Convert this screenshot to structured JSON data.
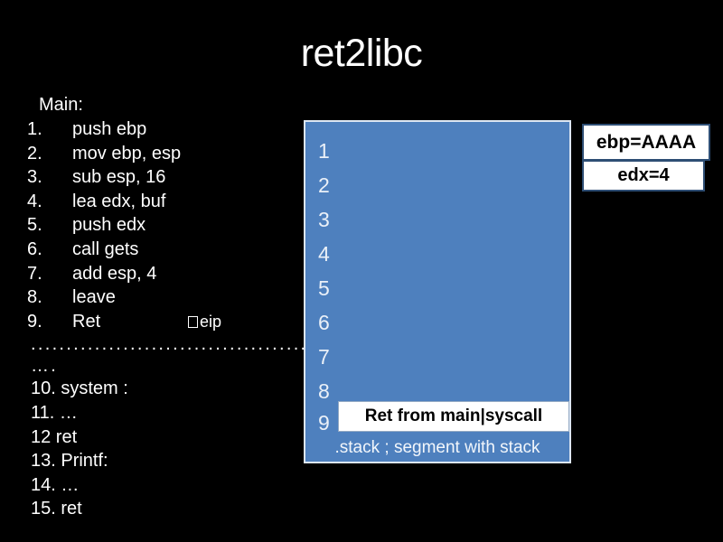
{
  "slide": {
    "title": "ret2libc",
    "background_color": "#000000",
    "text_color": "#FFFFFF",
    "accent_blue": "#4E80BE",
    "border_blue": "#2E4E74"
  },
  "code_listing": {
    "heading": "Main:",
    "rows": [
      {
        "num": "1.",
        "text": "push ebp"
      },
      {
        "num": "2.",
        "text": "mov ebp, esp"
      },
      {
        "num": "3.",
        "text": "sub esp, 16"
      },
      {
        "num": "4.",
        "text": "lea edx, buf"
      },
      {
        "num": "5.",
        "text": "push edx"
      },
      {
        "num": "6.",
        "text": "call gets"
      },
      {
        "num": "7.",
        "text": "add esp, 4"
      },
      {
        "num": "8.",
        "text": "leave"
      },
      {
        "num": "9.",
        "text": "Ret",
        "note": "eip"
      }
    ],
    "separator_dots": "..........................................",
    "separator_dots_short": "….",
    "rows_after": [
      "10. system :",
      "11.  …",
      "12   ret",
      "13. Printf:",
      "14.  …",
      "15.  ret"
    ]
  },
  "stack": {
    "slots": [
      "1",
      "2",
      "3",
      "4",
      "5",
      "6",
      "7",
      "8",
      "9"
    ],
    "ret_label": "Ret from main|syscall",
    "caption": ".stack ; segment with stack"
  },
  "registers": [
    {
      "label": "ebp=AAAA"
    },
    {
      "label": "edx=4"
    }
  ]
}
